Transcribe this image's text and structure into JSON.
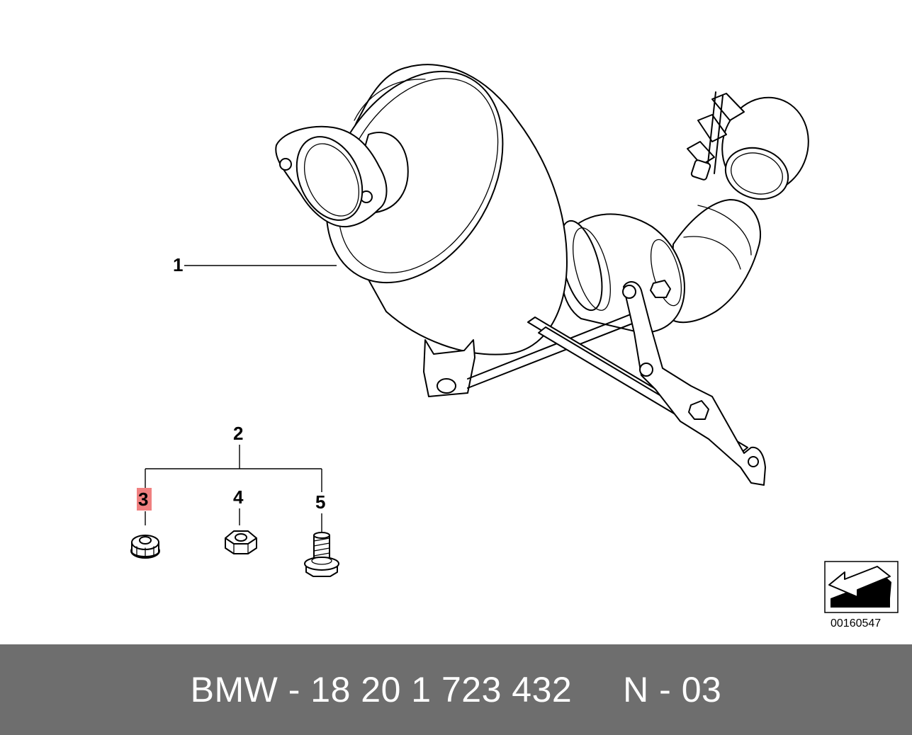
{
  "diagram": {
    "callouts": [
      {
        "id": "1",
        "label": "1"
      },
      {
        "id": "2",
        "label": "2"
      },
      {
        "id": "3",
        "label": "3",
        "highlighted": true
      },
      {
        "id": "4",
        "label": "4"
      },
      {
        "id": "5",
        "label": "5"
      }
    ],
    "image_number": "00160547",
    "highlight_color": "#f08080"
  },
  "footer": {
    "text": "BMW - 18 20 1 723 432     N - 03",
    "background_color": "#6e6e6e"
  }
}
